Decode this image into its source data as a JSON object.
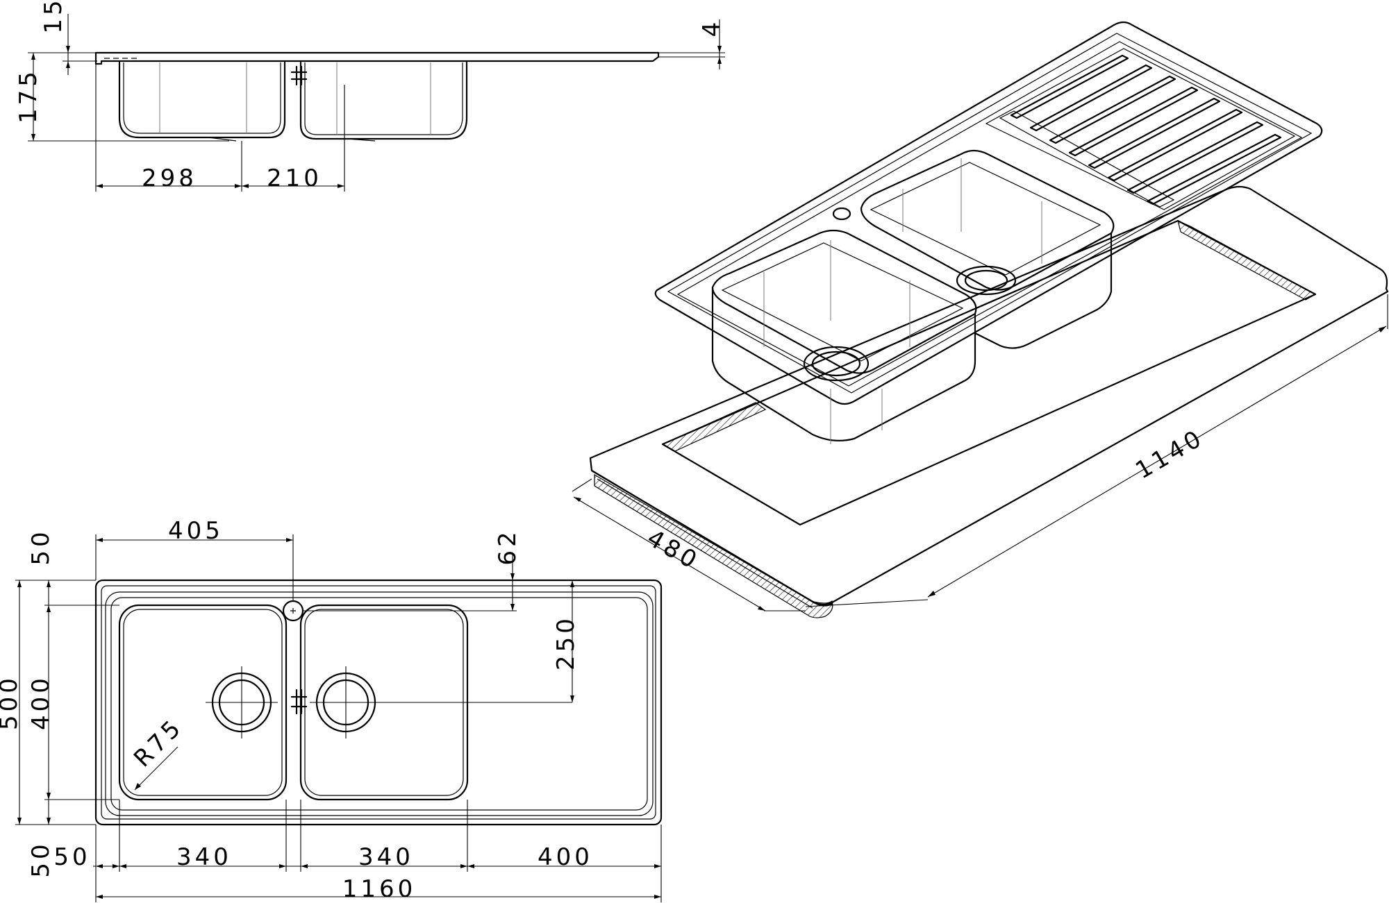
{
  "dimensions": {
    "side": {
      "flange": "15",
      "thickness": "4",
      "depth": "175",
      "bowl_offset": "298",
      "bowl_spacing": "210"
    },
    "plan": {
      "tap_hole_x": "405",
      "tap_hole_y": "62",
      "margin_top": "50",
      "waste_offset": "250",
      "overall_depth": "500",
      "bowl_depth": "400",
      "corner_radius": "R75",
      "margin_bottom": "50",
      "margin_left": "50",
      "bowl_width_1": "340",
      "bowl_width_2": "340",
      "drainer_width": "400",
      "overall_width": "1160"
    },
    "cutout": {
      "length": "1140",
      "width": "480"
    }
  }
}
